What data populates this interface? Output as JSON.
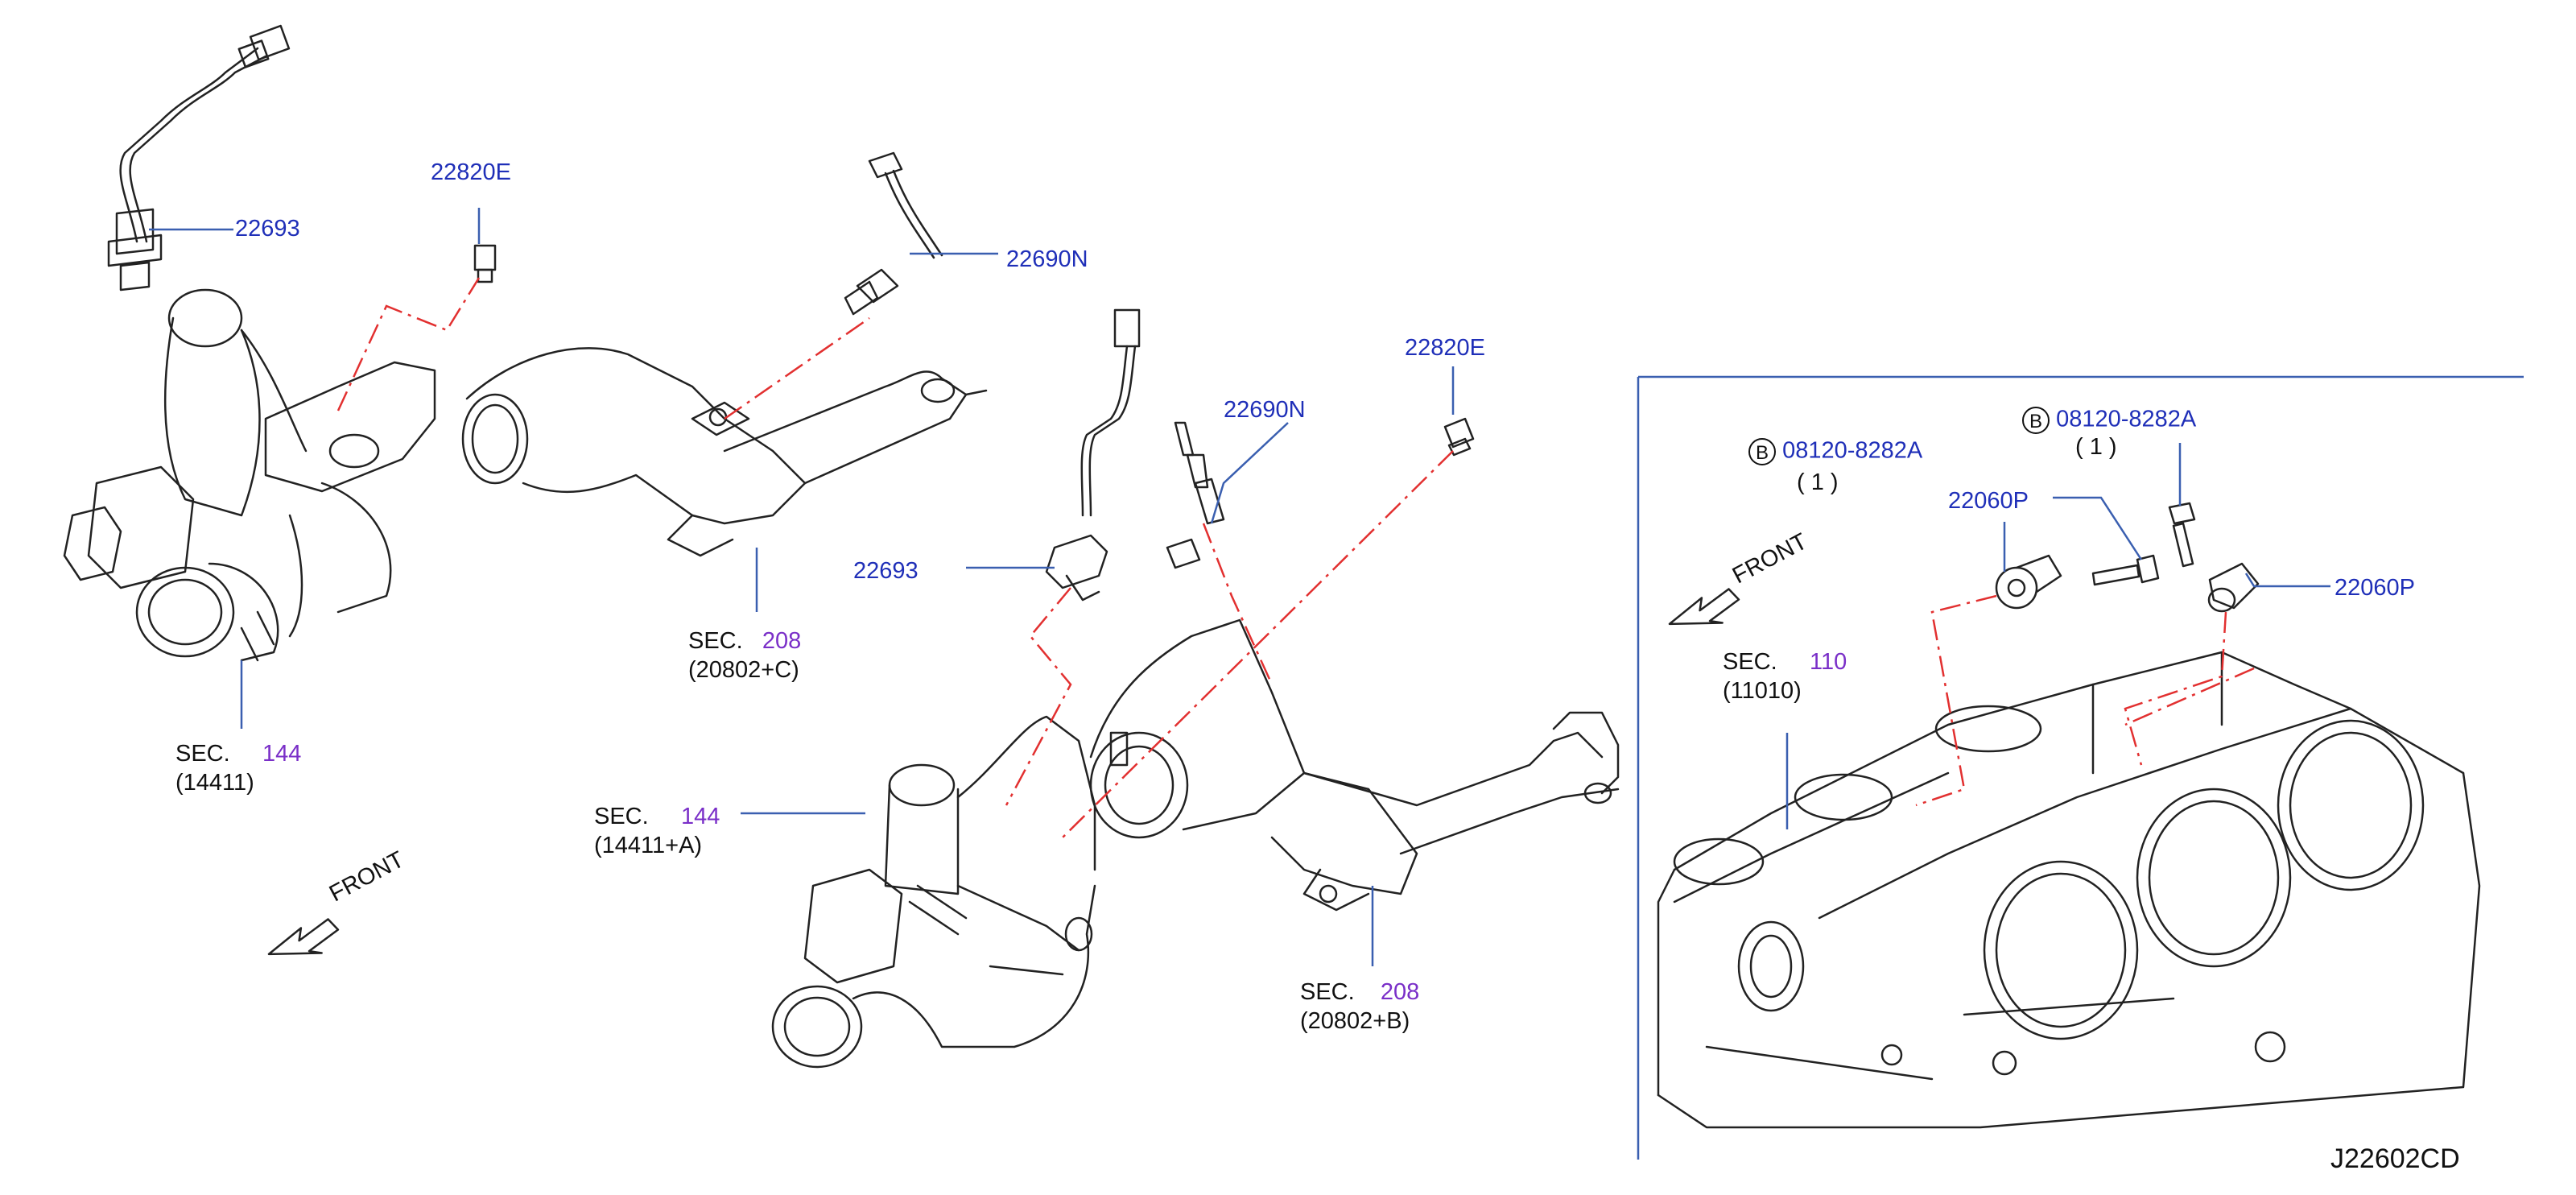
{
  "diagram_code": "J22602CD",
  "front_label": "FRONT",
  "sec_label": "SEC.",
  "colors": {
    "part_number": "#1f2fb8",
    "section_number": "#7a2fc8",
    "line_art": "#222222",
    "leader": "#3a5fb0",
    "dash_chain": "#e23030",
    "inset_frame": "#3a5fb0"
  },
  "left_parts": {
    "o2_sensor_upper_left": "22693",
    "plug_upper": "22820E",
    "sensor_upper_center": "22690N"
  },
  "center_parts": {
    "plug_center": "22820E",
    "sensor_center": "22690N",
    "o2_sensor_center": "22693"
  },
  "sections": {
    "sec_144_upper": {
      "num": "144",
      "code": "(14411)"
    },
    "sec_208_upper": {
      "num": "208",
      "code": "(20802+C)"
    },
    "sec_144_lower": {
      "num": "144",
      "code": "(14411+A)"
    },
    "sec_208_lower": {
      "num": "208",
      "code": "(20802+B)"
    },
    "sec_110_inset": {
      "num": "110",
      "code": "(11010)"
    }
  },
  "inset": {
    "bolt_left": {
      "badge": "B",
      "part": "08120-8282A",
      "qty": "(   1   )"
    },
    "bolt_right": {
      "badge": "B",
      "part": "08120-8282A",
      "qty": "(   1   )"
    },
    "knock_sensor_left": "22060P",
    "knock_sensor_right": "22060P"
  }
}
